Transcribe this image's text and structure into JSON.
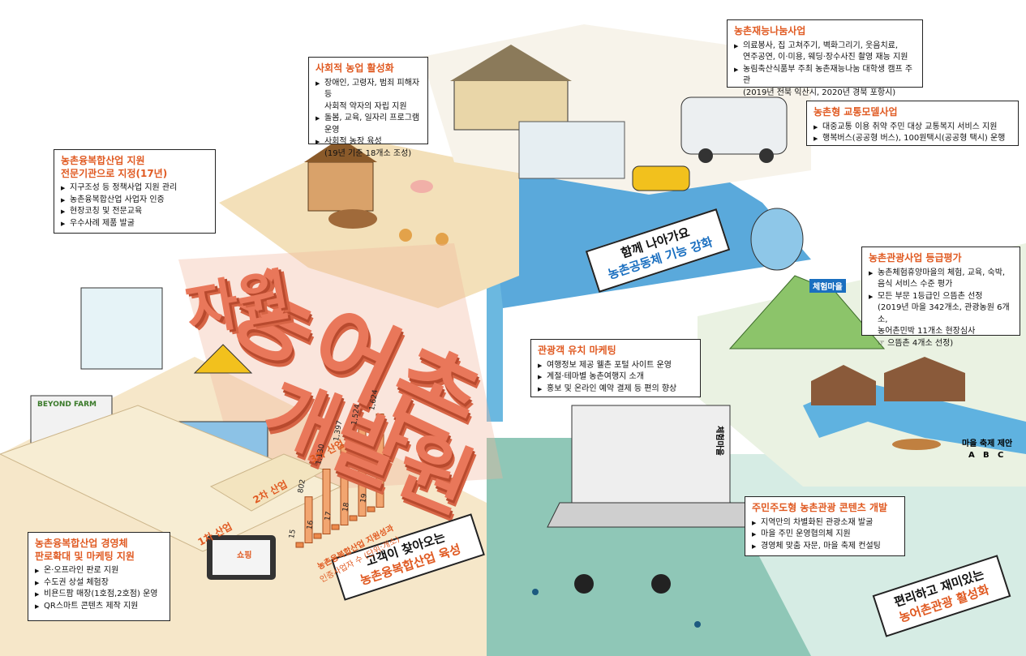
{
  "colors": {
    "accent_orange": "#e05a22",
    "accent_blue": "#1a6fc0",
    "ground_beige": "#f5e6c8",
    "river_blue": "#5fb2e0",
    "sea_green": "#8fc9b8",
    "grass_green": "#9bc956"
  },
  "giant_title": {
    "row1": "농어촌",
    "row2_prefix": "자원",
    "row2": "개발원"
  },
  "boxes": {
    "processing_center": {
      "title": "농촌융복합산업 지원\n전문기관으로 지정(17년)",
      "items": [
        "지구조성 등 정책사업 지원 관리",
        "농촌융복합산업 사업자 인증",
        "현장코칭 및 전문교육",
        "우수사례 제품 발굴"
      ]
    },
    "social_farm": {
      "title": "사회적 농업 활성화",
      "items": [
        "장애인, 고령자, 범죄 피해자 등\n사회적 약자의 자립 지원",
        "돌봄, 교육, 일자리 프로그램\n운영",
        "사회적 농장 육성"
      ],
      "note": "(19년 기준 18개소 조성)"
    },
    "talent_sharing": {
      "title": "농촌재능나눔사업",
      "items": [
        "의료봉사, 집 고쳐주기, 벽화그리기, 웃음치료,\n연주공연, 이·미용, 웨딩·장수사진 촬영 재능 지원",
        "농림축산식품부 주최 농촌재능나눔 대학생 캠프 주관"
      ],
      "note": "(2019년 전북 익산시, 2020년 경북 포항시)"
    },
    "transport": {
      "title": "농촌형 교통모델사업",
      "items": [
        "대중교통 이용 취약 주민 대상 교통복지 서비스 지원",
        "행복버스(공공형 버스), 100원택시(공공형 택시) 운행"
      ]
    },
    "grading": {
      "title": "농촌관광사업 등급평가",
      "items": [
        "농촌체험휴양마을의 체험, 교육, 숙박,\n음식 서비스 수준 평가",
        "모든 부문 1등급인 으뜸촌 선정"
      ],
      "note": "(2019년 마을 342개소, 관광농원 6개소,\n농어촌민박 11개소 현장심사\n☞ 으뜸촌 4개소 선정)"
    },
    "marketing": {
      "title": "관광객 유치 마케팅",
      "items": [
        "여행정보 제공 웰촌 포털 사이트 운영",
        "계절·테마별 농촌여행지 소개",
        "홍보 및 온라인 예약 결제 등 편의 향상"
      ]
    },
    "resident_content": {
      "title": "주민주도형 농촌관광 콘텐츠 개발",
      "items": [
        "지역만의 차별화된 관광소재 발굴",
        "마을 주민 운영협의체 지원",
        "경영체 맞춤 자문, 마을 축제 컨설팅"
      ]
    },
    "sales": {
      "title": "농촌융복합산업 경영체\n판로확대 및 마케팅 지원",
      "items": [
        "온·오프라인 판로 지원",
        "수도권 상설 체험장",
        "비욘드팜 매장(1호점,2호점) 운영",
        "QR스마트 콘텐츠 제작 지원"
      ]
    }
  },
  "banners": {
    "community": {
      "line1": "함께 나아가요",
      "line2": "농촌공동체 기능 강화"
    },
    "industry": {
      "line1": "고객이 찾아오는",
      "line2": "농촌융복합산업 육성"
    },
    "tourism": {
      "line1": "편리하고 재미있는",
      "line2": "농어촌관광 활성화"
    }
  },
  "tiers": {
    "primary": "1차 산업",
    "secondary": "2차 산업",
    "tertiary": "3차 산업"
  },
  "bar_chart": {
    "title": "농촌융복합산업 지원성과",
    "subtitle": "인증사업자 수 (단위:개소)",
    "values": [
      {
        "label": "15",
        "value": 15
      },
      {
        "label": "802",
        "value": 802
      },
      {
        "label": "16",
        "value": 16
      },
      {
        "label": "1,130",
        "value": 1130
      },
      {
        "label": "17",
        "value": 17
      },
      {
        "label": "1,397",
        "value": 1397
      },
      {
        "label": "18",
        "value": 18
      },
      {
        "label": "1,524",
        "value": 1524
      },
      {
        "label": "19",
        "value": 19
      },
      {
        "label": "1,624",
        "value": 1624
      }
    ]
  },
  "signs": {
    "beyond_farm": "BEYOND FARM",
    "experience_village": "체험마을",
    "balloon_ribbon": "체험마을",
    "village_festival": "마을 축제 제안",
    "festival_options": [
      "A",
      "B",
      "C"
    ],
    "tablet_shop": "쇼핑"
  },
  "icons": [
    "farmer-icon",
    "cow-icon",
    "chicken-icon",
    "pig-icon",
    "tent-icon",
    "balloon-icon",
    "bus-icon",
    "taxi-icon",
    "diver-icon",
    "fish-icon",
    "greenhouse-icon",
    "mountain-icon",
    "laptop-icon",
    "tablet-icon",
    "house-icon",
    "boat-icon",
    "star-rating-icon"
  ]
}
